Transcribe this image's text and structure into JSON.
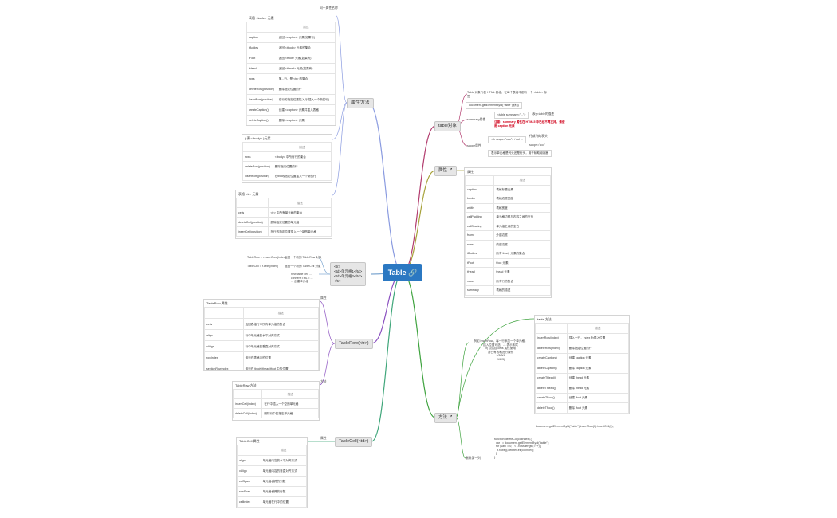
{
  "central": "Table 🔗",
  "branches": {
    "props_methods": "属性/方法",
    "table_object": "table对象",
    "attributes": "属性 ↗",
    "table_row": "TableRow(<tr>)",
    "table_cell": "TableCell(<td>)",
    "methods": "方法 ↗",
    "tags": "<tr>\n<td>单元格1</td>\n<td>单元格2</td>\n</tr>"
  },
  "top_note": "同一属性名称",
  "pm_table1": {
    "title": "表格 <table> 元素",
    "head": "描述",
    "rows": [
      [
        "caption",
        "返回 <caption> 元素(如果有)"
      ],
      [
        "tBodies",
        "返回 <tbody> 元素的集合"
      ],
      [
        "tFoot",
        "返回 <tfoot> 元素(如果有)"
      ],
      [
        "tHead",
        "返回 <thead> 元素(如果有)"
      ],
      [
        "rows",
        "第...行，是 <tr> 的集合"
      ],
      [
        "deleteRow(position)",
        "删除指定位置的行"
      ],
      [
        "insertRow(position)",
        "在行的指定位置插入行(插入一个新的行)"
      ],
      [
        "createCaption()",
        "创建 <caption> 元素并插入表格"
      ],
      [
        "deleteCaption()",
        "删除 <caption> 元素"
      ]
    ]
  },
  "pm_table2": {
    "title": "( 表 <tbody> )元素",
    "head": "描述",
    "rows": [
      [
        "rows",
        "<tbody> 中所有行的集合"
      ],
      [
        "deleteRow(position)",
        "删除指定位置的行"
      ],
      [
        "insertRow(position)",
        "在tbody指定位置插入一个新的行"
      ]
    ]
  },
  "pm_table3": {
    "title": "表格 <tr> 元素",
    "head": "描述",
    "rows": [
      [
        "cells",
        "<tr> 中所有单元格的集合"
      ],
      [
        "deleteCell(position)",
        "删除指定位置的单元格"
      ],
      [
        "insertCell(position)",
        "在行的指定位置插入一个新的单元格"
      ]
    ]
  },
  "table_obj": {
    "intro": "Table 对象代表 HTML 表格，在每个表格中都有一个 <table> 标签",
    "get": "document.getElementById(\"table\") 获取",
    "summary_label": "summary属性",
    "summary_code": "<table summary=\"...\">",
    "summary_desc": "表示table的描述",
    "summary_warn": "注意：summary 属性在 HTML5 中已经不再支持，请使用 caption 元素",
    "scope_label": "scope属性",
    "scope_code": "<th scope=\"row\"> / col ...",
    "scope_a": "行或列的表头",
    "scope_b": "scope=\"col\"",
    "scope_c": "表示单元格是列头还是行头，用于辅助阅读器"
  },
  "attr_table": {
    "title": "属性",
    "head": "描述",
    "rows": [
      [
        "caption",
        "表格标题元素"
      ],
      [
        "border",
        "表格边框宽度"
      ],
      [
        "width",
        "表格宽度"
      ],
      [
        "cellPadding",
        "单元格边框与内容之间的空白"
      ],
      [
        "cellSpacing",
        "单元格之间的空白"
      ],
      [
        "frame",
        "外部边框"
      ],
      [
        "rules",
        "内部边框"
      ],
      [
        "tBodies",
        "所有 tbody 元素的集合"
      ],
      [
        "tFoot",
        "tfoot 元素"
      ],
      [
        "tHead",
        "thead 元素"
      ],
      [
        "rows",
        "所有行的集合"
      ],
      [
        "summary",
        "表格的描述"
      ]
    ]
  },
  "left_codes": {
    "row": "TableRow = r.insertRow(index)",
    "row_desc": "返回一个新的 TableRow 对象",
    "cell": "TableCell = r.cells(index)",
    "cell_desc": "返回一个新的 TableCell 对象",
    "create": "new table cell ...\nc.innerHTML = ...\n... 创建单元格"
  },
  "tr_attr": {
    "label": "属性",
    "title": "TableRow 属性",
    "head": "描述",
    "rows": [
      [
        "cells",
        "返回表格行中所有单元格的集合"
      ],
      [
        "align",
        "行中单元格的水平对齐方式"
      ],
      [
        "vAlign",
        "行中单元格的垂直对齐方式"
      ],
      [
        "rowIndex",
        "该行在表格中的位置"
      ],
      [
        "sectionRowIndex",
        "该行在 tbody/thead/tfoot 中的位置"
      ]
    ]
  },
  "tr_method": {
    "label": "方法",
    "title": "TableRow 方法",
    "head": "描述",
    "rows": [
      [
        "insertCell(index)",
        "在行中插入一个空的单元格"
      ],
      [
        "deleteCell(index)",
        "删除行中的指定单元格"
      ]
    ]
  },
  "td_attr": {
    "label": "属性",
    "title": "TableCell 属性",
    "head": "描述",
    "rows": [
      [
        "align",
        "单元格内容的水平对齐方式"
      ],
      [
        "vAlign",
        "单元格内容的垂直对齐方式"
      ],
      [
        "colSpan",
        "单元格横跨的列数"
      ],
      [
        "rowSpan",
        "单元格横跨的行数"
      ],
      [
        "cellIndex",
        "单元格在行中的位置"
      ]
    ]
  },
  "method_table": {
    "title": "table 方法",
    "head": "描述",
    "rows": [
      [
        "insertRow(index)",
        "插入一行，index 为插入位置"
      ],
      [
        "deleteRow(index)",
        "删除指定位置的行"
      ],
      [
        "createCaption()",
        "创建 caption 元素"
      ],
      [
        "deleteCaption()",
        "删除 caption 元素"
      ],
      [
        "createTHead()",
        "创建 thead 元素"
      ],
      [
        "deleteTHead()",
        "删除 thead 元素"
      ],
      [
        "createTFoot()",
        "创建 tfoot 元素"
      ],
      [
        "deleteTFoot()",
        "删除 tfoot 元素"
      ]
    ]
  },
  "method_note": "例如 insertRow，每一行添加一个单元格，\n插入位置可选，-1 表示末尾\n可以结合 cells 属性使用\n对已有表格进行操作\n1/2/3/4\n(1/2/3)",
  "method_code1": "document.getElementById(\"table\").insertRow(0).insertCell(0);",
  "method_code2": "function deleteCol(colIndex) {\n  var t = document.getElementById(\"table\");\n  for (var i = 0; i < t.rows.length; i++) {\n    t.rows[i].deleteCell(colIndex);\n  }\n}",
  "method_delete_label": "删除第一列"
}
